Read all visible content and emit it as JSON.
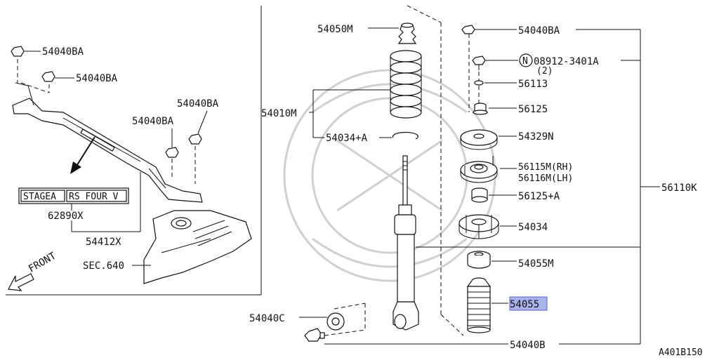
{
  "diagram": {
    "left_panel": {
      "labels": {
        "bolt_1": "54040BA",
        "bolt_2": "54040BA",
        "bolt_3": "54040BA",
        "bolt_4": "54040BA",
        "emblem_part": "62890X",
        "bar_part": "54412X",
        "section_ref": "SEC.640",
        "front_arrow": "FRONT"
      },
      "emblem": {
        "text_1": "STAGEA",
        "text_2": "RS FOUR V"
      }
    },
    "right_panel": {
      "labels": {
        "bump_stop": "54050M",
        "spring": "54010M",
        "spring_seat": "54034+A",
        "top_nut": "54040BA",
        "nut_n": "08912-3401A",
        "nut_n_qty": "(2)",
        "washer": "56113",
        "bush_upper": "56125",
        "plate": "54329N",
        "mount_rh": "56115M(RH)",
        "mount_lh": "56116M(LH)",
        "bush_lower": "56125+A",
        "lower_seat": "54034",
        "bumper": "54055M",
        "boot": "54055",
        "assembly": "56110K",
        "bolt_lower": "54040C",
        "bolt_bottom": "54040B",
        "n_marker": "N"
      }
    },
    "figure_id": "A401B150"
  }
}
